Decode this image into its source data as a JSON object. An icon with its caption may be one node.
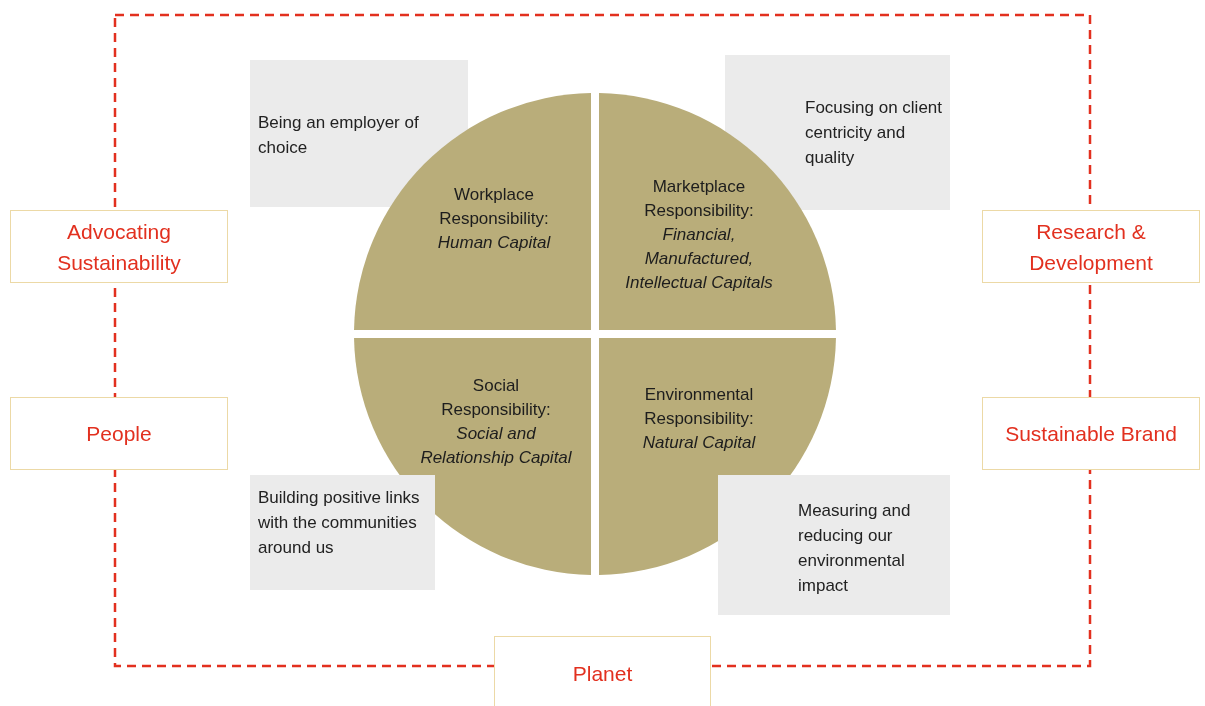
{
  "diagram": {
    "nodes": [
      {
        "text": [
          "Being an employer of choice"
        ]
      },
      {
        "text": [
          "Focusing on client centricity and quality"
        ]
      },
      {
        "text": [
          "Advocating Sustainability"
        ]
      },
      {
        "text": [
          "Workplace Responsibility:",
          "Human Capital"
        ]
      },
      {
        "text": [
          "Marketplace Responsibility:",
          "Financial, Manufactured, Intellectual Capitals"
        ]
      },
      {
        "text": [
          "Research & Development"
        ]
      },
      {
        "text": [
          "People"
        ]
      },
      {
        "text": [
          "Social Responsibility:",
          "Social and Relationship Capital"
        ]
      },
      {
        "text": [
          "Environmental Responsibility:",
          "Natural Capital"
        ]
      },
      {
        "text": [
          "Sustainable Brand"
        ]
      },
      {
        "text": [
          "Building positive links with the communities around us"
        ]
      },
      {
        "text": [
          "Measuring and reducing our environmental impact"
        ]
      },
      {
        "text": [
          "Planet"
        ]
      }
    ]
  }
}
